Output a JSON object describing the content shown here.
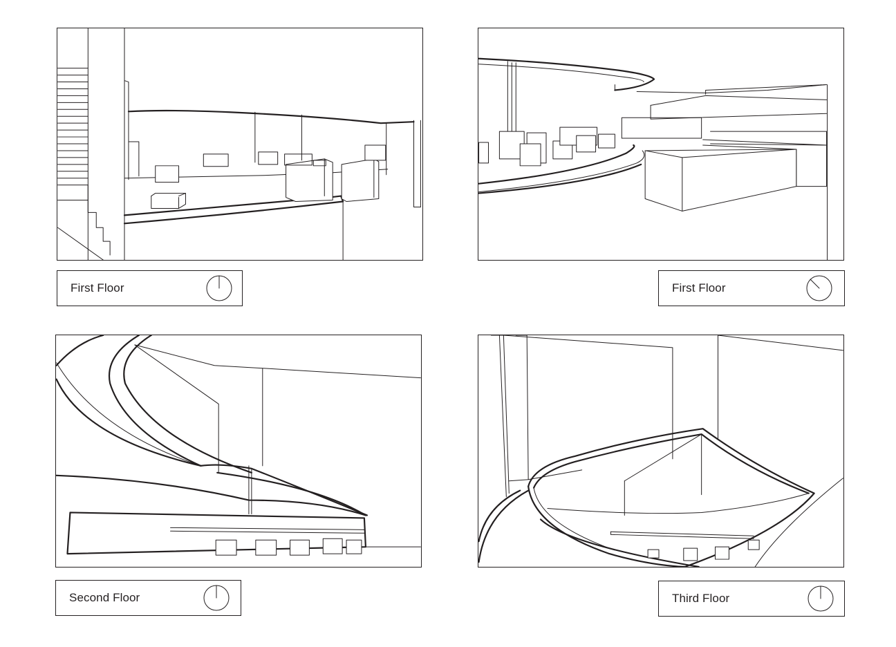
{
  "views": [
    {
      "label": "First Floor",
      "clock_hand": "12:00"
    },
    {
      "label": "First Floor",
      "clock_hand": "10:30"
    },
    {
      "label": "Second Floor",
      "clock_hand": "12:00"
    },
    {
      "label": "Third Floor",
      "clock_hand": "12:00"
    }
  ],
  "colors": {
    "line": "#231f20",
    "background": "#ffffff"
  }
}
